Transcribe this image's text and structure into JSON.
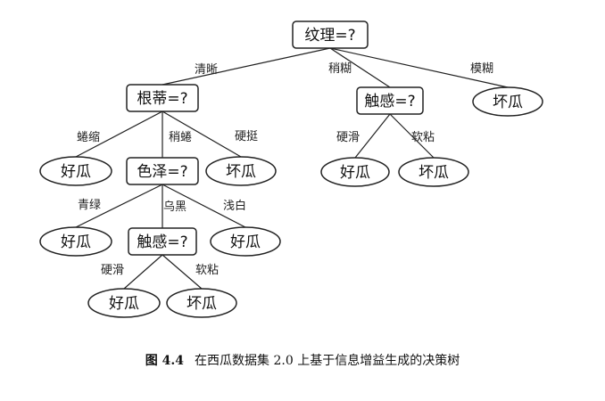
{
  "tree": {
    "nodes": {
      "root": {
        "label": "纹理=?",
        "kind": "decision"
      },
      "gendi": {
        "label": "根蒂=?",
        "kind": "decision"
      },
      "chugan1": {
        "label": "触感=?",
        "kind": "decision"
      },
      "leaf_mohu": {
        "label": "坏瓜",
        "kind": "leaf"
      },
      "leaf_quansuo": {
        "label": "好瓜",
        "kind": "leaf"
      },
      "seze": {
        "label": "色泽=?",
        "kind": "decision"
      },
      "leaf_yingting": {
        "label": "坏瓜",
        "kind": "leaf"
      },
      "leaf_yinghua1": {
        "label": "好瓜",
        "kind": "leaf"
      },
      "leaf_ruannian1": {
        "label": "坏瓜",
        "kind": "leaf"
      },
      "leaf_qinglv": {
        "label": "好瓜",
        "kind": "leaf"
      },
      "chugan2": {
        "label": "触感=?",
        "kind": "decision"
      },
      "leaf_qianbai": {
        "label": "好瓜",
        "kind": "leaf"
      },
      "leaf_yinghua2": {
        "label": "好瓜",
        "kind": "leaf"
      },
      "leaf_ruannian2": {
        "label": "坏瓜",
        "kind": "leaf"
      }
    },
    "edges": [
      {
        "from": "root",
        "to": "gendi",
        "label": "清晰"
      },
      {
        "from": "root",
        "to": "chugan1",
        "label": "稍糊"
      },
      {
        "from": "root",
        "to": "leaf_mohu",
        "label": "模糊"
      },
      {
        "from": "gendi",
        "to": "leaf_quansuo",
        "label": "蜷缩"
      },
      {
        "from": "gendi",
        "to": "seze",
        "label": "稍蜷"
      },
      {
        "from": "gendi",
        "to": "leaf_yingting",
        "label": "硬挺"
      },
      {
        "from": "chugan1",
        "to": "leaf_yinghua1",
        "label": "硬滑"
      },
      {
        "from": "chugan1",
        "to": "leaf_ruannian1",
        "label": "软粘"
      },
      {
        "from": "seze",
        "to": "leaf_qinglv",
        "label": "青绿"
      },
      {
        "from": "seze",
        "to": "chugan2",
        "label": "乌黑"
      },
      {
        "from": "seze",
        "to": "leaf_qianbai",
        "label": "浅白"
      },
      {
        "from": "chugan2",
        "to": "leaf_yinghua2",
        "label": "硬滑"
      },
      {
        "from": "chugan2",
        "to": "leaf_ruannian2",
        "label": "软粘"
      }
    ]
  },
  "caption": {
    "figure_number": "图 4.4",
    "text": "在西瓜数据集 2.0 上基于信息增益生成的决策树"
  }
}
